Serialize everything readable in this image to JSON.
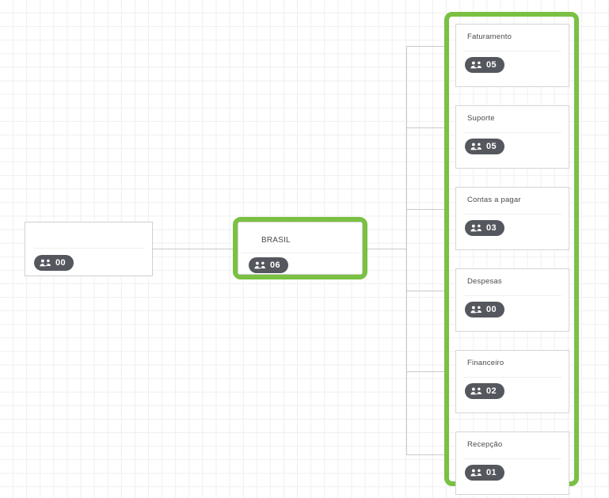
{
  "canvas": {
    "background": "#ffffff",
    "grid_color": "#efefef",
    "connector_color": "#c9c9c9",
    "highlight_color": "#7ac143",
    "pill_color": "#55575e"
  },
  "icons": {
    "people": "people-group-icon"
  },
  "nodes": {
    "root": {
      "title": "",
      "count": "00",
      "selected": false
    },
    "parent": {
      "title": "BRASIL",
      "count": "06",
      "selected": true
    }
  },
  "children": {
    "selected": true,
    "items": [
      {
        "title": "Faturamento",
        "count": "05"
      },
      {
        "title": "Suporte",
        "count": "05"
      },
      {
        "title": "Contas a pagar",
        "count": "03"
      },
      {
        "title": "Despesas",
        "count": "00"
      },
      {
        "title": "Financeiro",
        "count": "02"
      },
      {
        "title": "Recepção",
        "count": "01"
      }
    ]
  }
}
